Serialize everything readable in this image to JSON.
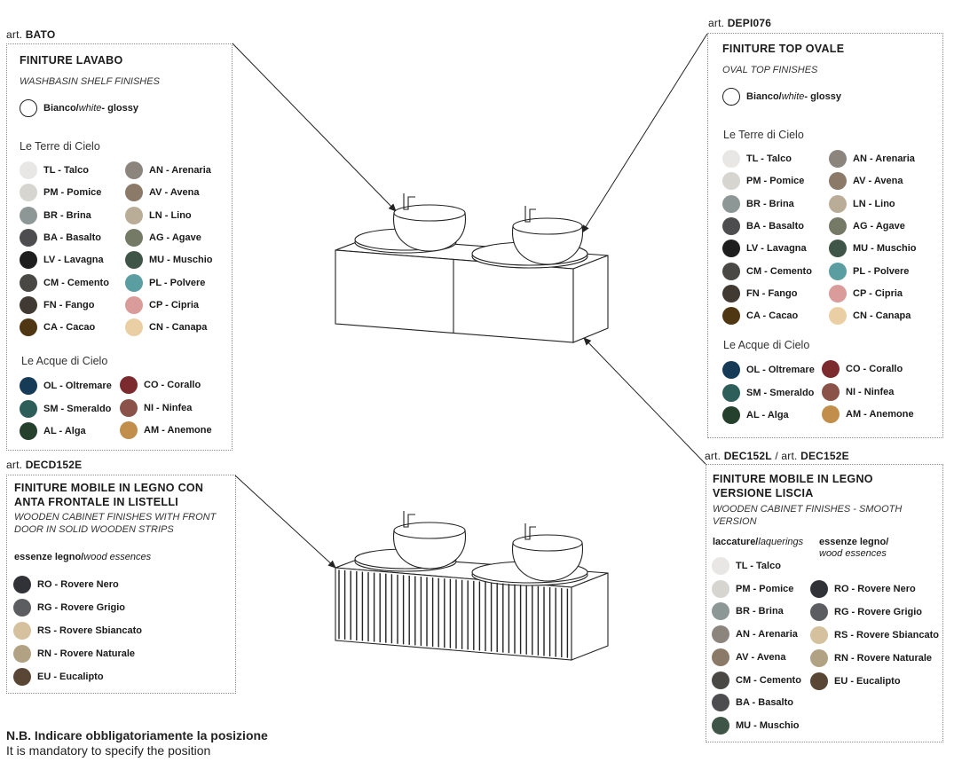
{
  "colors": {
    "TL": "#e8e7e5",
    "PM": "#d6d5cf",
    "BR": "#8d9896",
    "BA": "#4d4d50",
    "LV": "#1e1e1e",
    "CM": "#4a4844",
    "FN": "#413a33",
    "CA": "#4f3714",
    "AN": "#8b857e",
    "AV": "#8c7a69",
    "LN": "#b9ad97",
    "AG": "#747a65",
    "MU": "#3f5547",
    "PL": "#5a9ea2",
    "CP": "#d99c9a",
    "CN": "#ebcfa4",
    "OL": "#153b57",
    "SM": "#2e5e5a",
    "AL": "#25402c",
    "CO": "#7b2a2e",
    "NI": "#8b5249",
    "AM": "#c18f4b",
    "RO": "#303238",
    "RG": "#5c5d61",
    "RS": "#d5c19e",
    "RN": "#b2a284",
    "EU": "#5a4634"
  },
  "bato": {
    "art_prefix": "art.",
    "art_code": "BATO",
    "title": "FINITURE LAVABO",
    "subtitle": "WASHBASIN SHELF FINISHES",
    "white": {
      "bold": "Bianco/",
      "italic": "white",
      "rest": " - glossy"
    },
    "terre_heading": "Le Terre di Cielo",
    "terre_left": [
      {
        "code": "TL",
        "label": "TL - Talco"
      },
      {
        "code": "PM",
        "label": "PM - Pomice"
      },
      {
        "code": "BR",
        "label": "BR - Brina"
      },
      {
        "code": "BA",
        "label": "BA - Basalto"
      },
      {
        "code": "LV",
        "label": "LV - Lavagna"
      },
      {
        "code": "CM",
        "label": "CM - Cemento"
      },
      {
        "code": "FN",
        "label": "FN - Fango"
      },
      {
        "code": "CA",
        "label": "CA - Cacao"
      }
    ],
    "terre_right": [
      {
        "code": "AN",
        "label": "AN - Arenaria"
      },
      {
        "code": "AV",
        "label": "AV - Avena"
      },
      {
        "code": "LN",
        "label": "LN - Lino"
      },
      {
        "code": "AG",
        "label": "AG - Agave"
      },
      {
        "code": "MU",
        "label": "MU - Muschio"
      },
      {
        "code": "PL",
        "label": "PL - Polvere"
      },
      {
        "code": "CP",
        "label": "CP - Cipria"
      },
      {
        "code": "CN",
        "label": "CN - Canapa"
      }
    ],
    "acque_heading": "Le Acque di Cielo",
    "acque_left": [
      {
        "code": "OL",
        "label": "OL - Oltremare"
      },
      {
        "code": "SM",
        "label": "SM - Smeraldo"
      },
      {
        "code": "AL",
        "label": "AL - Alga"
      }
    ],
    "acque_right": [
      {
        "code": "CO",
        "label": "CO - Corallo"
      },
      {
        "code": "NI",
        "label": "NI - Ninfea"
      },
      {
        "code": "AM",
        "label": "AM - Anemone"
      }
    ]
  },
  "depi": {
    "art_prefix": "art.",
    "art_code": "DEPI076",
    "title": "FINITURE TOP OVALE",
    "subtitle": "OVAL TOP FINISHES",
    "white": {
      "bold": "Bianco/",
      "italic": "white",
      "rest": " - glossy"
    },
    "terre_heading": "Le Terre di Cielo",
    "terre_left": [
      {
        "code": "TL",
        "label": "TL - Talco"
      },
      {
        "code": "PM",
        "label": "PM - Pomice"
      },
      {
        "code": "BR",
        "label": "BR - Brina"
      },
      {
        "code": "BA",
        "label": "BA - Basalto"
      },
      {
        "code": "LV",
        "label": "LV - Lavagna"
      },
      {
        "code": "CM",
        "label": "CM - Cemento"
      },
      {
        "code": "FN",
        "label": "FN - Fango"
      },
      {
        "code": "CA",
        "label": "CA - Cacao"
      }
    ],
    "terre_right": [
      {
        "code": "AN",
        "label": "AN - Arenaria"
      },
      {
        "code": "AV",
        "label": "AV - Avena"
      },
      {
        "code": "LN",
        "label": "LN - Lino"
      },
      {
        "code": "AG",
        "label": "AG - Agave"
      },
      {
        "code": "MU",
        "label": "MU - Muschio"
      },
      {
        "code": "PL",
        "label": "PL - Polvere"
      },
      {
        "code": "CP",
        "label": "CP - Cipria"
      },
      {
        "code": "CN",
        "label": "CN - Canapa"
      }
    ],
    "acque_heading": "Le Acque di Cielo",
    "acque_left": [
      {
        "code": "OL",
        "label": "OL - Oltremare"
      },
      {
        "code": "SM",
        "label": "SM - Smeraldo"
      },
      {
        "code": "AL",
        "label": "AL - Alga"
      }
    ],
    "acque_right": [
      {
        "code": "CO",
        "label": "CO - Corallo"
      },
      {
        "code": "NI",
        "label": "NI - Ninfea"
      },
      {
        "code": "AM",
        "label": "AM - Anemone"
      }
    ]
  },
  "decd": {
    "art_prefix": "art.",
    "art_code": "DECD152E",
    "title_line1": "FINITURE MOBILE IN LEGNO CON",
    "title_line2": "ANTA FRONTALE IN LISTELLI",
    "subtitle_line1": "WOODEN CABINET FINISHES WITH FRONT",
    "subtitle_line2": "DOOR IN SOLID WOODEN STRIPS",
    "essenze_bold": "essenze legno/",
    "essenze_italic": "wood essences",
    "items": [
      {
        "code": "RO",
        "label": "RO - Rovere Nero"
      },
      {
        "code": "RG",
        "label": "RG - Rovere Grigio"
      },
      {
        "code": "RS",
        "label": "RS - Rovere Sbiancato"
      },
      {
        "code": "RN",
        "label": "RN - Rovere Naturale"
      },
      {
        "code": "EU",
        "label": "EU - Eucalipto"
      }
    ]
  },
  "dec": {
    "art_prefix1": "art.",
    "art_code1": "DEC152L",
    "sep": "/",
    "art_prefix2": "art.",
    "art_code2": "DEC152E",
    "title_line1": "FINITURE MOBILE IN LEGNO",
    "title_line2": "VERSIONE LISCIA",
    "subtitle_line1": "WOODEN CABINET FINISHES - SMOOTH",
    "subtitle_line2": "VERSION",
    "laccature_bold": "laccature/",
    "laccature_italic": "laquerings",
    "essenze_bold": "essenze legno/",
    "essenze_italic": "wood essences",
    "left": [
      {
        "code": "TL",
        "label": "TL - Talco"
      },
      {
        "code": "PM",
        "label": "PM - Pomice"
      },
      {
        "code": "BR",
        "label": "BR - Brina"
      },
      {
        "code": "AN",
        "label": "AN - Arenaria"
      },
      {
        "code": "AV",
        "label": "AV - Avena"
      },
      {
        "code": "CM",
        "label": "CM - Cemento"
      },
      {
        "code": "BA",
        "label": "BA - Basalto"
      },
      {
        "code": "MU",
        "label": "MU - Muschio"
      }
    ],
    "right": [
      {
        "code": "RO",
        "label": "RO - Rovere Nero"
      },
      {
        "code": "RG",
        "label": "RG - Rovere Grigio"
      },
      {
        "code": "RS",
        "label": "RS - Rovere Sbiancato"
      },
      {
        "code": "RN",
        "label": "RN - Rovere Naturale"
      },
      {
        "code": "EU",
        "label": "EU - Eucalipto"
      }
    ]
  },
  "note": {
    "line1": "N.B. Indicare obbligatoriamente la posizione",
    "line2": "It is mandatory to specify the position"
  }
}
